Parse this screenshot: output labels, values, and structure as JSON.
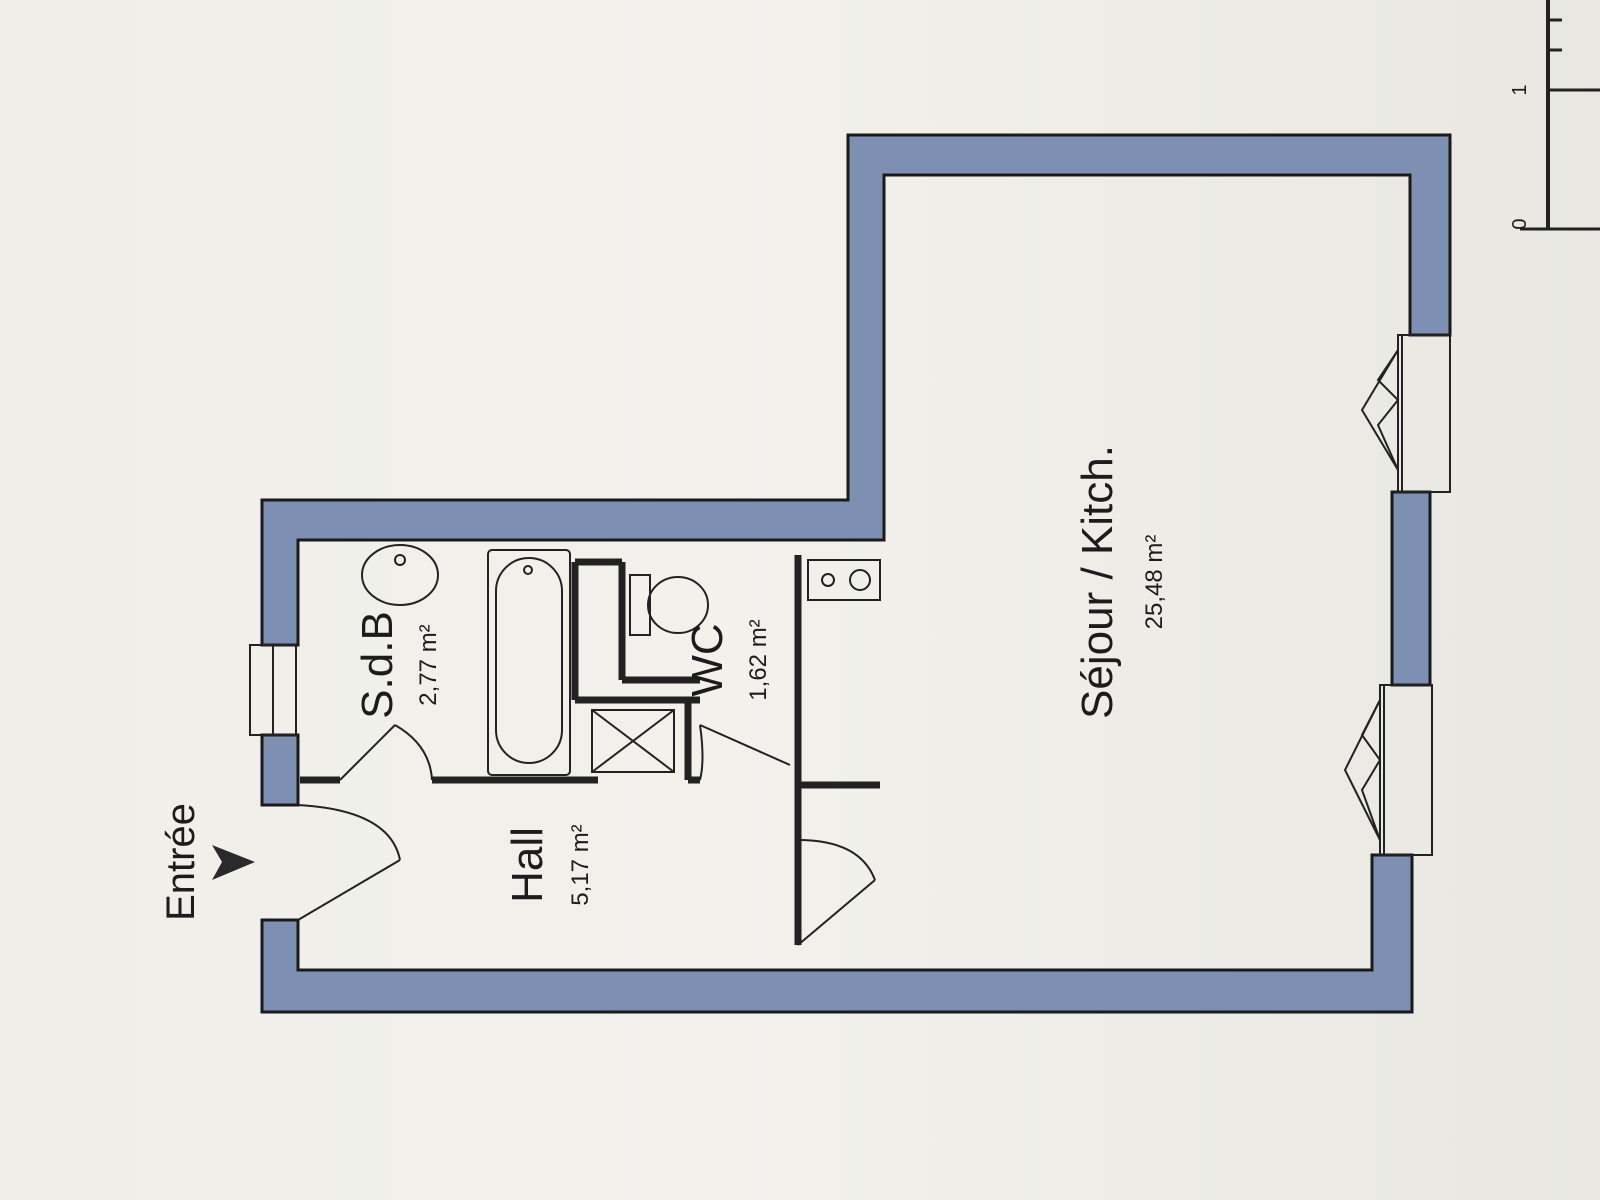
{
  "plan": {
    "entrance_label": "Entrée",
    "rooms": [
      {
        "id": "sdb",
        "name": "S.d.B",
        "area": "2,77 m²"
      },
      {
        "id": "wc",
        "name": "WC",
        "area": "1,62 m²"
      },
      {
        "id": "hall",
        "name": "Hall",
        "area": "5,17 m²"
      },
      {
        "id": "sejour",
        "name": "Séjour / Kitch.",
        "area": "25,48 m²"
      }
    ],
    "scale_bar": {
      "start": "0",
      "end": "1"
    },
    "colors": {
      "wall": "#7d8fb3",
      "line": "#1a1a1a",
      "paper": "#efeee8"
    }
  }
}
